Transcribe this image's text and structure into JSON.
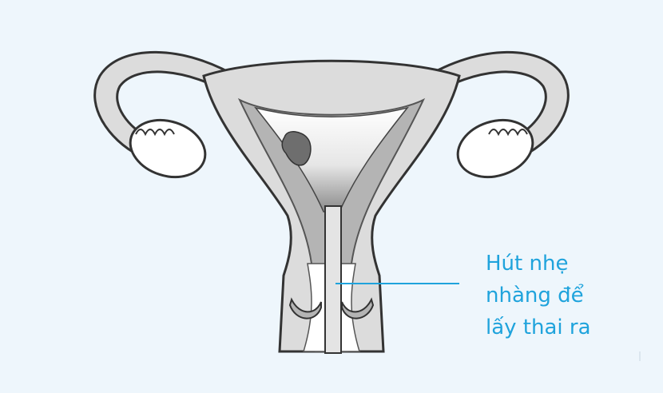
{
  "annotation": {
    "lines": [
      "Hút nhẹ",
      "nhàng để",
      "lấy thai ra"
    ],
    "color": "#1fa3dc"
  },
  "colors": {
    "background": "#eef6fc",
    "tissue_light": "#dcdcdc",
    "tissue_mid": "#b4b4b4",
    "outline": "#333333",
    "cavity": "#ffffff",
    "tissue_piece": "#6e6e6e"
  }
}
